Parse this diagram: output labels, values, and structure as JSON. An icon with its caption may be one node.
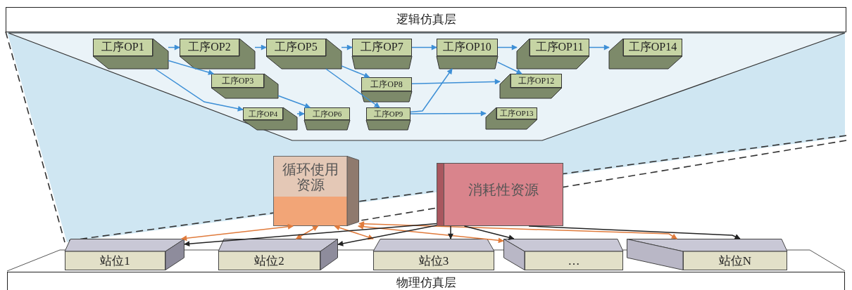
{
  "diagram": {
    "nodes": [
      {
        "text": [
          "逻辑仿真层"
        ]
      },
      {
        "text": [
          "物理仿真层"
        ]
      },
      {
        "text": [
          "工序OP1"
        ]
      },
      {
        "text": [
          "工序OP2"
        ]
      },
      {
        "text": [
          "工序OP5"
        ]
      },
      {
        "text": [
          "工序OP7"
        ]
      },
      {
        "text": [
          "工序OP10"
        ]
      },
      {
        "text": [
          "工序OP11"
        ]
      },
      {
        "text": [
          "工序OP14"
        ]
      },
      {
        "text": [
          "工序OP3"
        ]
      },
      {
        "text": [
          "工序OP8"
        ]
      },
      {
        "text": [
          "工序OP12"
        ]
      },
      {
        "text": [
          "工序OP4"
        ]
      },
      {
        "text": [
          "工序OP6"
        ]
      },
      {
        "text": [
          "工序OP9"
        ]
      },
      {
        "text": [
          "工序OP13"
        ]
      },
      {
        "text": [
          "循环使用资源"
        ]
      },
      {
        "text": [
          "消耗性资源"
        ]
      },
      {
        "text": [
          "站位1"
        ]
      },
      {
        "text": [
          "站位2"
        ]
      },
      {
        "text": [
          "站位3"
        ]
      },
      {
        "text": [
          "…"
        ]
      },
      {
        "text": [
          "站位N"
        ]
      }
    ],
    "edges": [
      {
        "from": 2,
        "to": 3,
        "arrow": "to"
      },
      {
        "from": 2,
        "to": 9,
        "arrow": "to"
      },
      {
        "from": 2,
        "to": 12,
        "arrow": "to"
      },
      {
        "from": 3,
        "to": 4,
        "arrow": "to"
      },
      {
        "from": 9,
        "to": 13,
        "arrow": "to"
      },
      {
        "from": 12,
        "to": 13,
        "arrow": "to"
      },
      {
        "from": 4,
        "to": 5,
        "arrow": "to"
      },
      {
        "from": 4,
        "to": 10,
        "arrow": "to"
      },
      {
        "from": 4,
        "to": 14,
        "arrow": "to"
      },
      {
        "from": 5,
        "to": 6,
        "arrow": "to"
      },
      {
        "from": 14,
        "to": 6,
        "arrow": "to"
      },
      {
        "from": 10,
        "to": 11,
        "arrow": "to"
      },
      {
        "from": 6,
        "to": 7,
        "arrow": "to"
      },
      {
        "from": 6,
        "to": 11,
        "arrow": "to"
      },
      {
        "from": 7,
        "to": 8,
        "arrow": "to"
      },
      {
        "from": 14,
        "to": 15,
        "arrow": "to"
      },
      {
        "from": 16,
        "to": 18,
        "arrow": "both",
        "color": "#e07b3c"
      },
      {
        "from": 16,
        "to": 19,
        "arrow": "both",
        "color": "#e07b3c"
      },
      {
        "from": 16,
        "to": 20,
        "arrow": "both",
        "color": "#e07b3c"
      },
      {
        "from": 16,
        "to": 21,
        "arrow": "both",
        "color": "#e07b3c"
      },
      {
        "from": 16,
        "to": 22,
        "arrow": "both",
        "color": "#e07b3c"
      },
      {
        "from": 17,
        "to": 18,
        "arrow": "to",
        "color": "#222222"
      },
      {
        "from": 17,
        "to": 19,
        "arrow": "to",
        "color": "#222222"
      },
      {
        "from": 17,
        "to": 20,
        "arrow": "to",
        "color": "#222222"
      },
      {
        "from": 17,
        "to": 21,
        "arrow": "to",
        "color": "#222222"
      },
      {
        "from": 17,
        "to": 22,
        "arrow": "to",
        "color": "#222222"
      }
    ]
  }
}
